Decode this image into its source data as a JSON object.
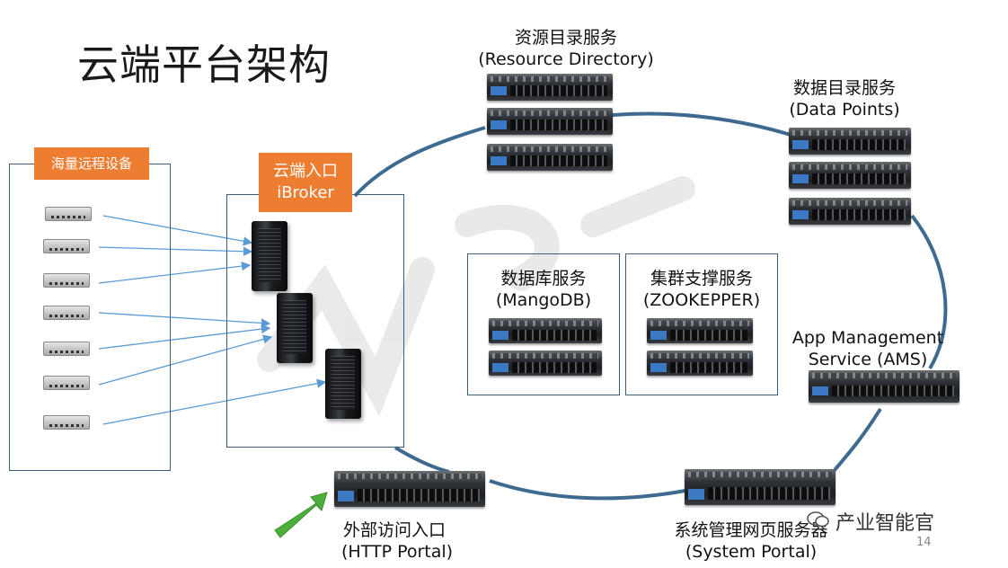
{
  "title": "云端平台架构",
  "remote_devices": {
    "label": "海量远程设备",
    "count": 7
  },
  "ibroker": {
    "label_line1": "云端入口",
    "label_line2": "iBroker"
  },
  "resource_directory": {
    "line1": "资源目录服务",
    "line2": "(Resource Directory)"
  },
  "data_points": {
    "line1": "数据目录服务",
    "line2": "(Data Points)"
  },
  "app_management": {
    "line1": "App Management",
    "line2": "Service (AMS)"
  },
  "system_portal": {
    "line1": "系统管理网页服务器",
    "line2": "(System Portal)"
  },
  "http_portal": {
    "line1": "外部访问入口",
    "line2": "(HTTP Portal)"
  },
  "database": {
    "line1": "数据库服务",
    "line2": "(MangoDB)"
  },
  "cluster": {
    "line1": "集群支撑服务",
    "line2": "(ZOOKEPPER)"
  },
  "watermark": "产业智能官",
  "page_number": "14",
  "colors": {
    "accent_orange": "#ed7d31",
    "ring_blue": "#3f6a8f",
    "arrow_blue": "#5b9bd5",
    "arrow_green": "#4caf3c"
  }
}
